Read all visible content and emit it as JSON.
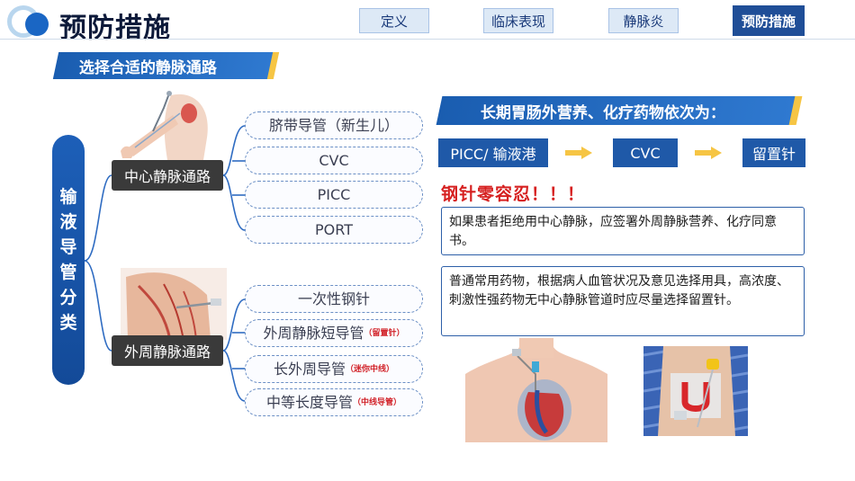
{
  "header": {
    "title": "预防措施",
    "tabs": [
      {
        "label": "定义",
        "active": false
      },
      {
        "label": "临床表现",
        "active": false
      },
      {
        "label": "静脉炎",
        "active": false
      },
      {
        "label": "预防措施",
        "active": true
      }
    ]
  },
  "left": {
    "section_title": "选择合适的静脉通路",
    "vertical_label": [
      "输",
      "液",
      "导",
      "管",
      "分",
      "类"
    ],
    "central": {
      "label": "中心静脉通路",
      "items": [
        "脐带导管（新生儿）",
        "CVC",
        "PICC",
        "PORT"
      ]
    },
    "peripheral": {
      "label": "外周静脉通路",
      "items": [
        {
          "text": "一次性钢针",
          "note": ""
        },
        {
          "text": "外周静脉短导管",
          "note": "（留置针）"
        },
        {
          "text": "长外周导管",
          "note": "（迷你中线）"
        },
        {
          "text": "中等长度导管",
          "note": "（中线导管）"
        }
      ]
    }
  },
  "right": {
    "section_title": "长期胃肠外营养、化疗药物依次为：",
    "flow": [
      "PICC/ 输液港",
      "CVC",
      "留置针"
    ],
    "warning": "钢针零容忍！！！",
    "note1": "如果患者拒绝用中心静脉，应签署外周静脉营养、化疗同意书。",
    "note2": "普通常用药物，根据病人血管状况及意见选择用具，高浓度、刺激性强药物无中心静脉管道时应尽量选择留置针。"
  },
  "colors": {
    "primary": "#1f59a8",
    "accent": "#f6c544",
    "warning": "#d62020"
  }
}
